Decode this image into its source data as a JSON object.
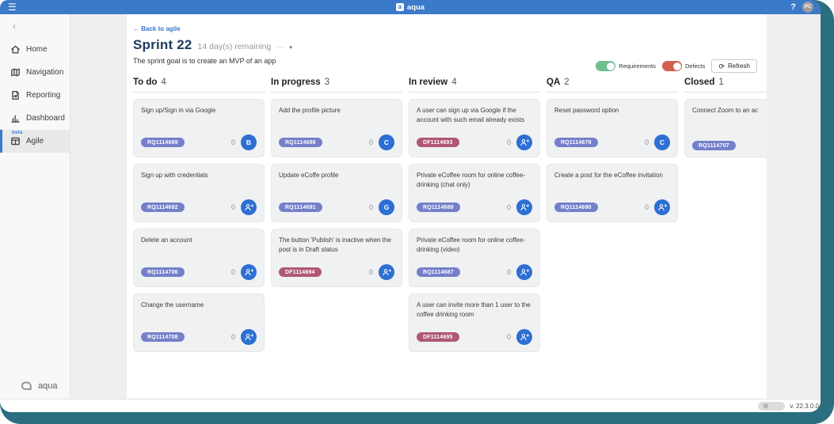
{
  "colors": {
    "frame": "#2b6e80",
    "topbar": "#3b79c9",
    "accent_blue": "#3579c8",
    "requirement_pill": "#7480ca",
    "defect_pill": "#b05873",
    "avatar_blue": "#2d6fd2",
    "toggle_on_green": "#6fbf8f",
    "toggle_on_red": "#d2604e"
  },
  "topbar": {
    "app_name": "aqua",
    "logo_letter": "a",
    "hamburger_icon": "☰",
    "help_label": "?",
    "avatar_initials": "PC"
  },
  "sidebar": {
    "collapse_icon": "‹",
    "items": [
      {
        "label": "Home",
        "icon": "home",
        "active": false
      },
      {
        "label": "Navigation",
        "icon": "navigation",
        "active": false
      },
      {
        "label": "Reporting",
        "icon": "reporting",
        "active": false
      },
      {
        "label": "Dashboard",
        "icon": "dashboard",
        "active": false
      },
      {
        "label": "Agile",
        "icon": "agile",
        "badge": "beta",
        "active": true
      }
    ],
    "brand": "aqua"
  },
  "header": {
    "back_link": "← Back to agile",
    "title": "Sprint 22",
    "remaining": "14 day(s) remaining",
    "more_icon": "⋯",
    "dropdown_icon": "▾",
    "goal": "The sprint goal is to create an MVP of an app"
  },
  "controls": {
    "requirements": "Requirements",
    "defects": "Defects",
    "refresh": "Refresh",
    "refresh_icon": "⟳"
  },
  "board": {
    "columns": [
      {
        "title": "To do",
        "count": "4",
        "cards": [
          {
            "title": "Sign up/Sign in via Google",
            "id": "RQ1114689",
            "type": "requirement",
            "count": "0",
            "avatar": "B"
          },
          {
            "title": "Sign up with credentials",
            "id": "RQ1114692",
            "type": "requirement",
            "count": "0",
            "avatar": "assign"
          },
          {
            "title": "Delete an account",
            "id": "RQ1114706",
            "type": "requirement",
            "count": "0",
            "avatar": "assign"
          },
          {
            "title": "Change the username",
            "id": "RQ1114708",
            "type": "requirement",
            "count": "0",
            "avatar": "assign"
          }
        ]
      },
      {
        "title": "In progress",
        "count": "3",
        "cards": [
          {
            "title": "Add the profile picture",
            "id": "RQ1114686",
            "type": "requirement",
            "count": "0",
            "avatar": "C"
          },
          {
            "title": "Update eCoffe profile",
            "id": "RQ1114691",
            "type": "requirement",
            "count": "0",
            "avatar": "G"
          },
          {
            "title": "The button 'Publish' is inactive when the post is in Draft status",
            "id": "DF1114694",
            "type": "defect",
            "count": "0",
            "avatar": "assign"
          }
        ]
      },
      {
        "title": "In review",
        "count": "4",
        "cards": [
          {
            "title": "A user can sign up via Google if the account with such email already exists",
            "id": "DF1114693",
            "type": "defect",
            "count": "0",
            "avatar": "assign"
          },
          {
            "title": "Private eCoffee room for online coffee-drinking (chat only)",
            "id": "RQ1114688",
            "type": "requirement",
            "count": "0",
            "avatar": "assign"
          },
          {
            "title": "Private eCoffee room for online coffee-drinking (video)",
            "id": "RQ1114687",
            "type": "requirement",
            "count": "0",
            "avatar": "assign"
          },
          {
            "title": "A user can invite more than 1 user to the coffee drinking room",
            "id": "DF1114695",
            "type": "defect",
            "count": "0",
            "avatar": "assign"
          }
        ]
      },
      {
        "title": "QA",
        "count": "2",
        "cards": [
          {
            "title": "Reset password option",
            "id": "RQ1114678",
            "type": "requirement",
            "count": "0",
            "avatar": "C"
          },
          {
            "title": "Create a post for the eCoffee invitation",
            "id": "RQ1114690",
            "type": "requirement",
            "count": "0",
            "avatar": "assign"
          }
        ]
      },
      {
        "title": "Closed",
        "count": "1",
        "cards": [
          {
            "title": "Connect Zoom to an ac",
            "id": "RQ1114707",
            "type": "requirement",
            "count": null,
            "avatar": null
          }
        ]
      }
    ]
  },
  "footer": {
    "version": "v. 22.3.0.0",
    "gear_icon": "⚙"
  }
}
